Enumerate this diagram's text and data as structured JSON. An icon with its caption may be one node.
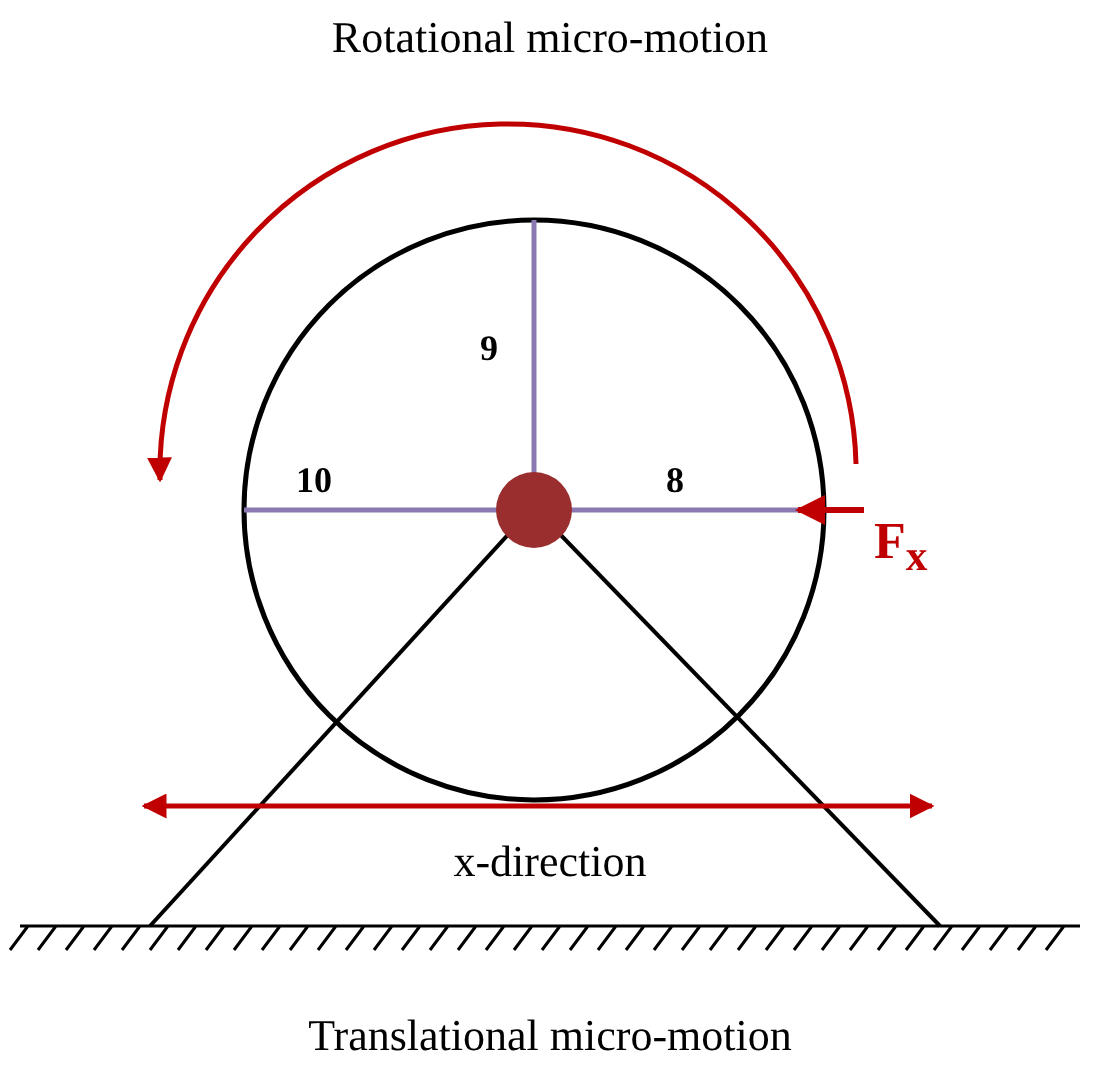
{
  "diagram": {
    "title": "Rotational micro-motion",
    "caption": "Translational micro-motion",
    "labels": [
      "9",
      "10",
      "8",
      "F$_{x}$",
      "x-direction"
    ]
  }
}
